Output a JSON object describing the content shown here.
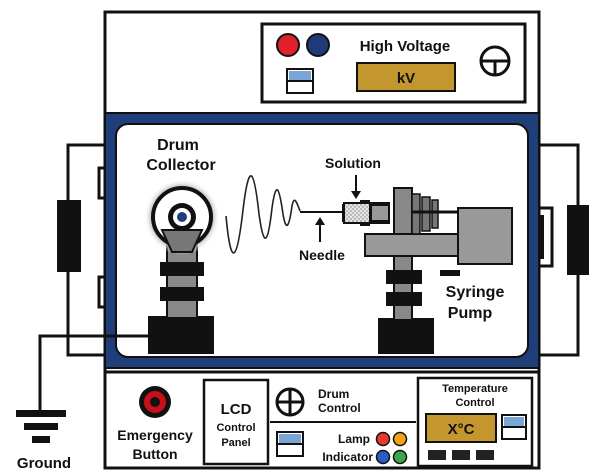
{
  "high_voltage": {
    "title": "High Voltage",
    "display_value": "kV"
  },
  "chamber": {
    "drum_collector_line1": "Drum",
    "drum_collector_line2": "Collector",
    "solution_label": "Solution",
    "needle_label": "Needle",
    "syringe_pump_line1": "Syringe",
    "syringe_pump_line2": "Pump"
  },
  "ground_label": "Ground",
  "control_panel": {
    "emergency_line1": "Emergency",
    "emergency_line2": "Button",
    "lcd_line1": "LCD",
    "lcd_line2": "Control",
    "lcd_line3": "Panel",
    "drum_control_line1": "Drum",
    "drum_control_line2": "Control",
    "lamp_line1": "Lamp",
    "lamp_line2": "Indicator",
    "temperature_line1": "Temperature",
    "temperature_line2": "Control",
    "temperature_display": "X°C"
  },
  "colors": {
    "chamber_blue": "#1f3f7a",
    "gold_display": "#c4962e",
    "red": "#e0202a",
    "navy": "#1f3b7a",
    "lamp_red": "#e83a2a",
    "lamp_orange": "#f2a414",
    "lamp_blue": "#2a5cc8",
    "lamp_green": "#3aa84a",
    "emergency_red": "#c8101a"
  }
}
